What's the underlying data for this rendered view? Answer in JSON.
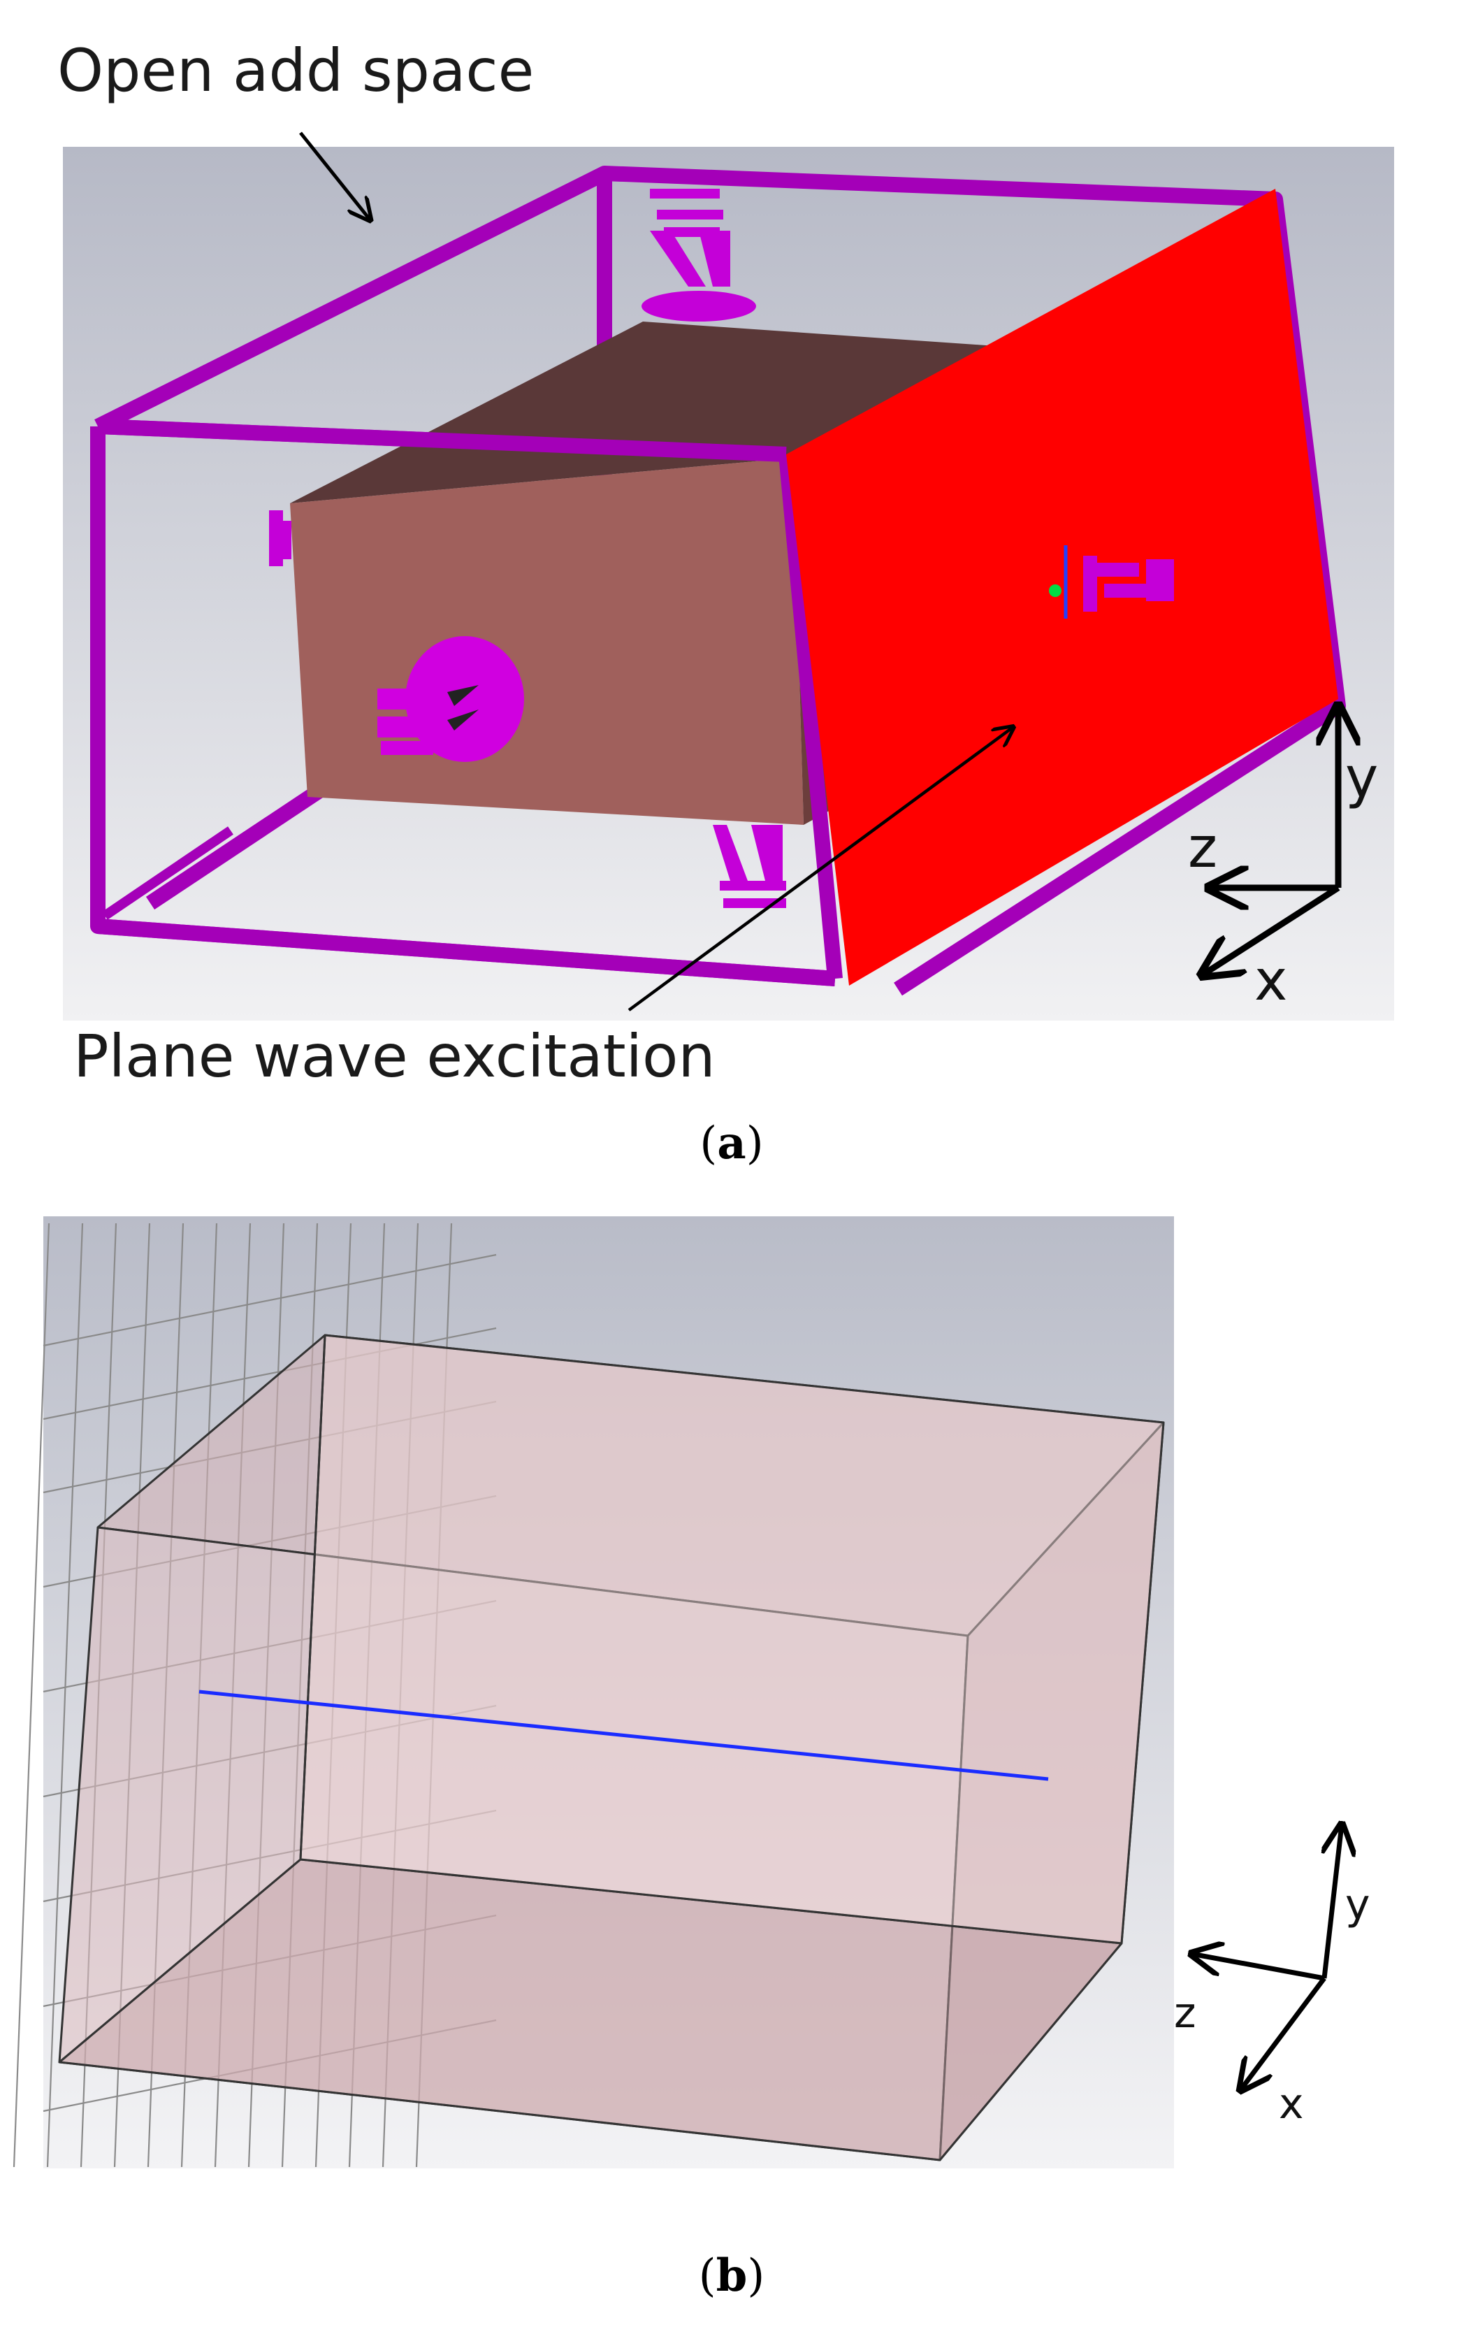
{
  "panel_a": {
    "open_space_label": "Open add space",
    "plane_wave_label": "Plane wave excitation",
    "caption_open": "(",
    "caption_letter": "a",
    "caption_close": ")",
    "axes": {
      "x": "x",
      "y": "y",
      "z": "z"
    },
    "colors": {
      "background_top": "#b6b9c6",
      "background_bottom": "#f1f1f3",
      "frame": "#a400b8",
      "plane": "#ff0000",
      "box_top": "#5a3838",
      "box_front": "#a0605c",
      "antenna": "#d000e0"
    }
  },
  "panel_b": {
    "caption_open": "(",
    "caption_letter": "b",
    "caption_close": ")",
    "axes": {
      "x": "x",
      "y": "y",
      "z": "z"
    },
    "colors": {
      "background_top": "#b9bcc8",
      "background_bottom": "#f3f3f5",
      "box_fill": "#e8c8cc",
      "edge": "#333333",
      "wire": "#1a2cff",
      "grid": "#8a8a8a"
    }
  }
}
